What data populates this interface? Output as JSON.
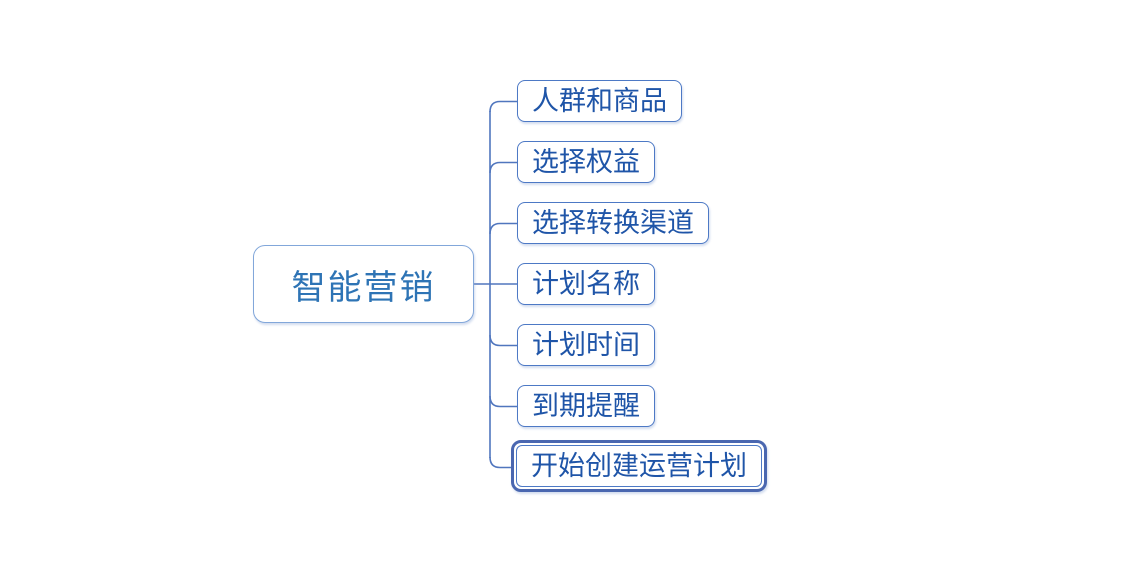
{
  "diagram": {
    "type": "mindmap",
    "root": {
      "label": "智能营销"
    },
    "children": [
      {
        "label": "人群和商品",
        "selected": false
      },
      {
        "label": "选择权益",
        "selected": false
      },
      {
        "label": "选择转换渠道",
        "selected": false
      },
      {
        "label": "计划名称",
        "selected": false
      },
      {
        "label": "计划时间",
        "selected": false
      },
      {
        "label": "到期提醒",
        "selected": false
      },
      {
        "label": "开始创建运营计划",
        "selected": true
      }
    ]
  },
  "theme": {
    "background": "#ffffff",
    "root_border_color": "#82a7da",
    "root_text_color": "#2e74b5",
    "child_border_color": "#4d79c5",
    "child_text_color": "#1f55a8",
    "connector_line_color": "#5076be",
    "selection_ring_color": "#4a67b0"
  }
}
